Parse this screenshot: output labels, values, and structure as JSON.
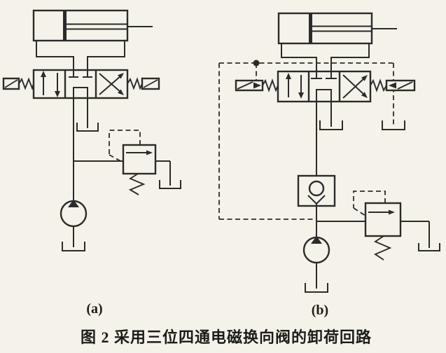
{
  "figure": {
    "caption": "图 2 采用三位四通电磁换向阀的卸荷回路",
    "label_a": "(a)",
    "label_b": "(b)"
  },
  "colors": {
    "line": "#2b2b2b",
    "paper": "#f5f2ea"
  },
  "components": {
    "diagram_a": [
      "hydraulic-cylinder",
      "three-position-four-way-solenoid-directional-valve",
      "m-type-center-unloading-position",
      "relief-valve-with-pilot-line",
      "hydraulic-pump",
      "tank-symbols"
    ],
    "diagram_b": [
      "hydraulic-cylinder",
      "three-position-four-way-solenoid-directional-valve",
      "external-pilot-dashed-lines",
      "check-valve",
      "relief-valve-with-pilot-line",
      "hydraulic-pump",
      "tank-symbols"
    ]
  }
}
